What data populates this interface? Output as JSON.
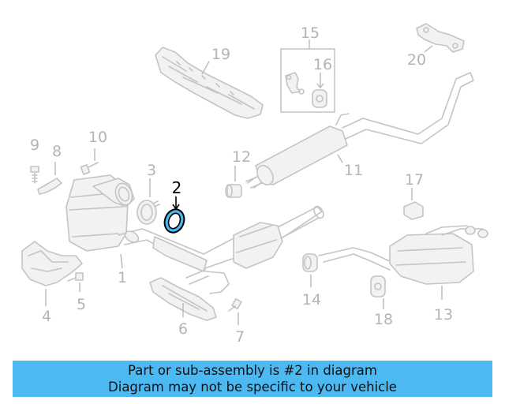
{
  "diagram": {
    "highlighted_part": "2",
    "callouts": [
      "1",
      "2",
      "3",
      "4",
      "5",
      "6",
      "7",
      "8",
      "9",
      "10",
      "11",
      "12",
      "13",
      "14",
      "15",
      "16",
      "17",
      "18",
      "19",
      "20"
    ]
  },
  "banner": {
    "line1": "Part or sub-assembly is #2 in diagram",
    "line2": "Diagram may not be specific to your vehicle",
    "color": "#4db9f2"
  },
  "colors": {
    "highlight": "#4bb8ee",
    "line_art": "#c4c4c4",
    "callout_text": "#b4b4b4"
  }
}
